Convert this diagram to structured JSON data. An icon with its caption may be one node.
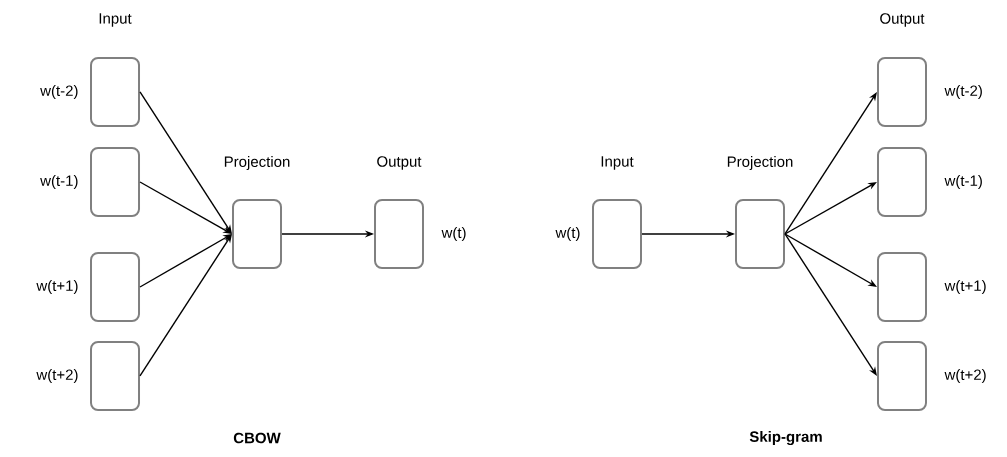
{
  "diagram": {
    "nodes": [
      {
        "text": [],
        "shape": "box",
        "beside": [
          "w(t-2)"
        ]
      },
      {
        "text": [],
        "shape": "box",
        "beside": [
          "w(t-1)"
        ]
      },
      {
        "text": [],
        "shape": "box",
        "beside": [
          "w(t+1)"
        ]
      },
      {
        "text": [],
        "shape": "box",
        "beside": [
          "w(t+2)"
        ]
      },
      {
        "text": [],
        "shape": "box"
      },
      {
        "text": [],
        "shape": "box",
        "beside": [
          "w(t)"
        ]
      },
      {
        "text": [],
        "shape": "box",
        "beside": [
          "w(t)"
        ]
      },
      {
        "text": [],
        "shape": "box"
      },
      {
        "text": [],
        "shape": "box",
        "beside": [
          "w(t-2)"
        ]
      },
      {
        "text": [],
        "shape": "box",
        "beside": [
          "w(t-1)"
        ]
      },
      {
        "text": [],
        "shape": "box",
        "beside": [
          "w(t+1)"
        ]
      },
      {
        "text": [],
        "shape": "box",
        "beside": [
          "w(t+2)"
        ]
      }
    ],
    "edges": [
      {
        "from": 0,
        "to": 4,
        "arrow": "to"
      },
      {
        "from": 1,
        "to": 4,
        "arrow": "to"
      },
      {
        "from": 2,
        "to": 4,
        "arrow": "to"
      },
      {
        "from": 3,
        "to": 4,
        "arrow": "to"
      },
      {
        "from": 4,
        "to": 5,
        "arrow": "to"
      },
      {
        "from": 6,
        "to": 7,
        "arrow": "to"
      },
      {
        "from": 7,
        "to": 8,
        "arrow": "to"
      },
      {
        "from": 7,
        "to": 9,
        "arrow": "to"
      },
      {
        "from": 7,
        "to": 10,
        "arrow": "to"
      },
      {
        "from": 7,
        "to": 11,
        "arrow": "to"
      }
    ],
    "labels": [
      "Input",
      "Output",
      "Projection",
      "Output",
      "Input",
      "Projection",
      "CBOW",
      "Skip-gram"
    ]
  }
}
